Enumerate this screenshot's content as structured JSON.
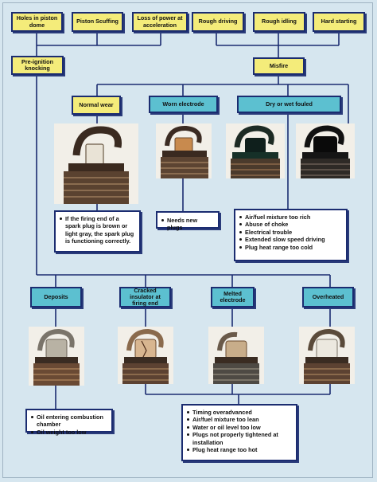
{
  "top_symptoms": [
    {
      "label": "Holes in piston dome"
    },
    {
      "label": "Piston Scuffing"
    },
    {
      "label": "Loss of power at acceleration"
    },
    {
      "label": "Rough driving"
    },
    {
      "label": "Rough idling"
    },
    {
      "label": "Hard starting"
    }
  ],
  "pre_ignition": {
    "label": "Pre-ignition knocking"
  },
  "misfire": {
    "label": "Misfire"
  },
  "conditions_upper": [
    {
      "label": "Normal wear",
      "photo": "Normal wear spark plug"
    },
    {
      "label": "Worn electrode",
      "photo": "Worn electrode spark plug"
    },
    {
      "label": "Dry or wet fouled",
      "photo": "Dry or wet fouled spark plugs"
    }
  ],
  "notes": {
    "normal": [
      "If the firing end of a spark plug is brown or light gray, the spark plug is functioning correctly."
    ],
    "worn": [
      "Needs new plugs"
    ],
    "fouled": [
      "Air/fuel mixture too rich",
      "Abuse of choke",
      "Electrical trouble",
      "Extended slow speed driving",
      "Plug heat range too cold"
    ],
    "deposits": [
      "Oil entering combustion chamber",
      "Oil weight too low"
    ],
    "overheat": [
      "Timing overadvanced",
      "Air/fuel mixture too lean",
      "Water or oil level too low",
      "Plugs not properly tightened at installation",
      "Plug heat range too hot"
    ]
  },
  "conditions_lower": [
    {
      "label": "Deposits"
    },
    {
      "label": "Cracked insulator at firing end"
    },
    {
      "label": "Melted electrode"
    },
    {
      "label": "Overheated"
    }
  ],
  "colors": {
    "yellow_box": "#f4ec7a",
    "teal_box": "#5cc0d0",
    "border": "#1b2c70",
    "line": "#1b2c70",
    "background": "#d6e6ef"
  }
}
